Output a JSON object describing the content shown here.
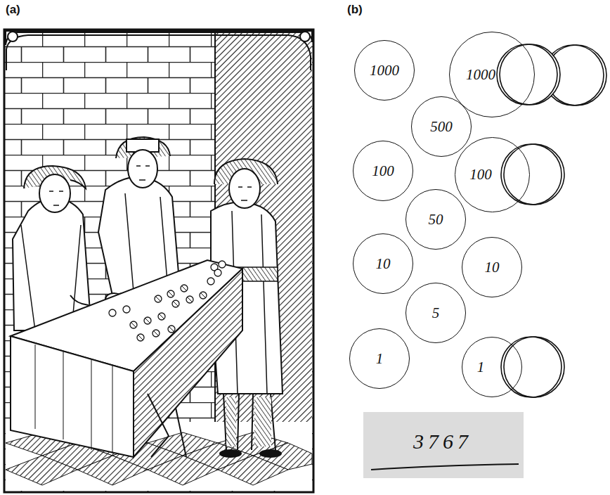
{
  "diagram": {
    "nodes": [
      {
        "text": [
          "1000"
        ]
      },
      {
        "text": [
          "1000"
        ]
      },
      {
        "text": [
          "500"
        ]
      },
      {
        "text": [
          "100"
        ]
      },
      {
        "text": [
          "100"
        ]
      },
      {
        "text": [
          "50"
        ]
      },
      {
        "text": [
          "10"
        ]
      },
      {
        "text": [
          "10"
        ]
      },
      {
        "text": [
          "5"
        ]
      },
      {
        "text": [
          "1"
        ]
      },
      {
        "text": [
          "1"
        ]
      }
    ],
    "labels": [
      "(a)",
      "(b)",
      "3767"
    ]
  }
}
